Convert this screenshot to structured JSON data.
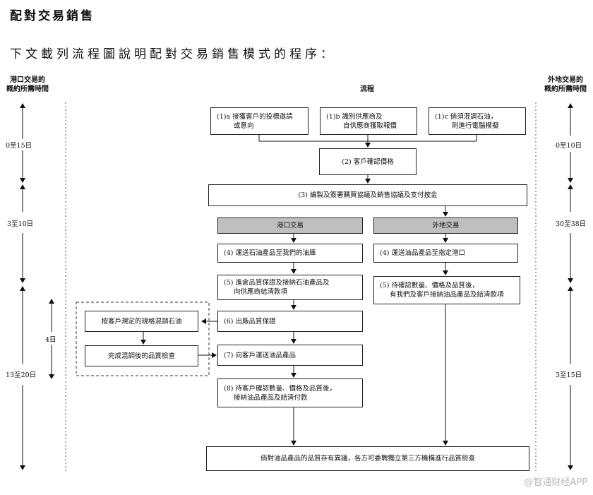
{
  "title": "配對交易銷售",
  "subtitle": "下文載列流程圖說明配對交易銷售模式的程序：",
  "columns": {
    "left": [
      "港口交易的",
      "概約所需時間"
    ],
    "middle": "流程",
    "right": [
      "外地交易的",
      "概約所需時間"
    ]
  },
  "time_left": [
    "0至15日",
    "3至10日",
    "4日",
    "13至20日"
  ],
  "time_right": [
    "0至10日",
    "30至38日",
    "3至15日"
  ],
  "steps": {
    "s1a": [
      "(1)a 接獲客戶的投標邀請",
      "或意向"
    ],
    "s1b": [
      "(1)b 識別供應商及",
      "自供應商獲取報價"
    ],
    "s1c": [
      "(1)c 倘須混調石油，",
      "則進行電腦模擬"
    ],
    "s2": "(2) 客戶確認價格",
    "s3": "(3) 編製及簽署購買協議及銷售協議及支付按金",
    "port_header": "港口交易",
    "foreign_header": "外地交易",
    "p4": "(4) 運送石油產品至我們的油庫",
    "p5": [
      "(5) 進倉品質保證及接納石油產品及",
      "向供應商結清款項"
    ],
    "p6": "(6) 出廠品質保證",
    "p7": "(7) 向客戶運送油品產品",
    "p8": [
      "(8) 待客戶確認數量、價格及品質後，",
      "接納油品產品及結清付款"
    ],
    "f4": "(4) 運送油品產品至指定港口",
    "f5": [
      "(5) 待確認數量、價格及品質後，",
      "有我們及客戶接納油品產品及結清款項"
    ],
    "blend1": "按客戶規定的規格混調石油",
    "blend2": "完成混調後的品質檢查",
    "final": "倘對油品產品的品質存有異議，各方可委聘獨立第三方機構進行品質檢查"
  },
  "watermark": "@智通财经APP"
}
